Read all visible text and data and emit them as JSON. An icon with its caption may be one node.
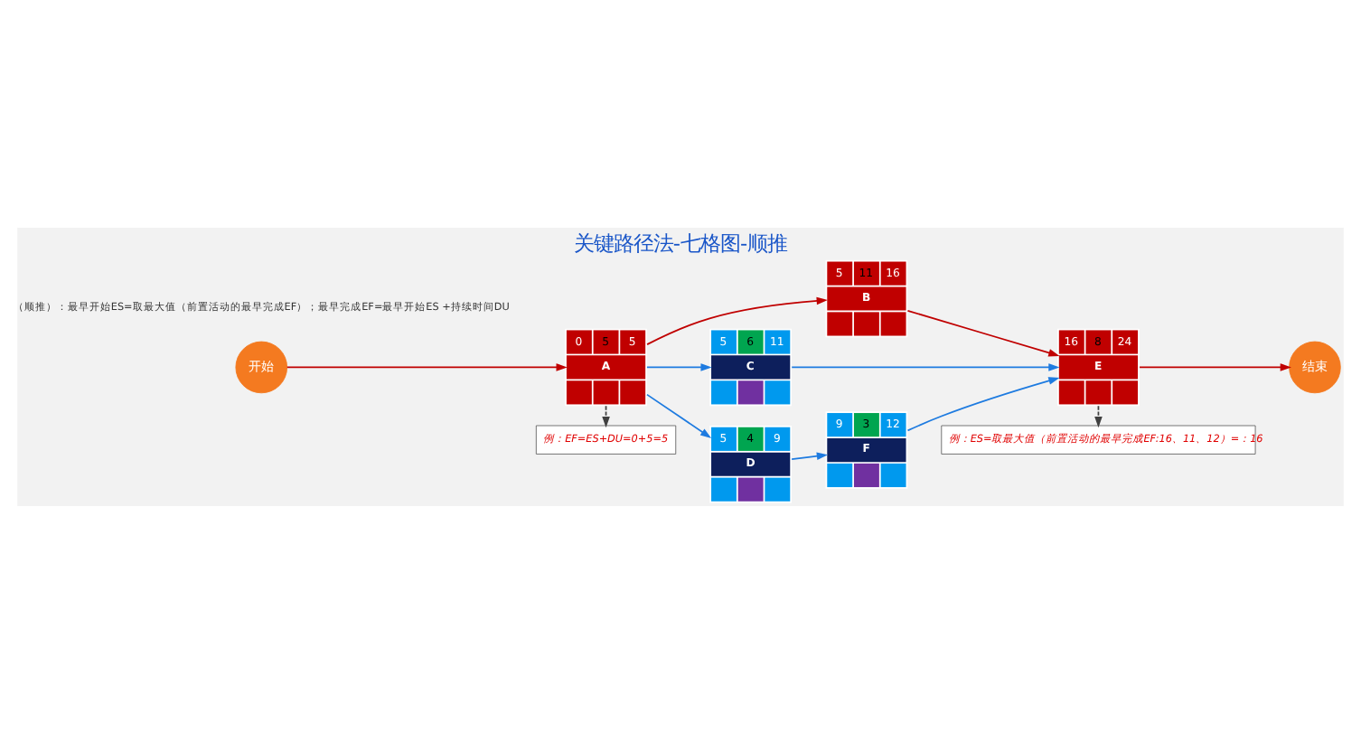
{
  "diagram": {
    "title": "关键路径法-七格图-顺推",
    "nodes": [
      {
        "text": [
          "开始"
        ]
      },
      {
        "text": [
          "例：EF=ES+DU=0+5=5"
        ]
      },
      {
        "text": [
          "0",
          "5",
          "5",
          "A"
        ]
      },
      {
        "text": [
          "5",
          "11",
          "16",
          "B"
        ]
      },
      {
        "text": [
          "5",
          "6",
          "11",
          "C"
        ]
      },
      {
        "text": [
          "5",
          "4",
          "9",
          "D"
        ]
      },
      {
        "text": [
          "例：ES=取最大值（前置活动的最早完成EF:16、11、12）=：16"
        ]
      },
      {
        "text": [
          "16",
          "8",
          "24",
          "E"
        ]
      },
      {
        "text": [
          "9",
          "3",
          "12",
          "F"
        ]
      },
      {
        "text": [
          "结束"
        ]
      }
    ],
    "edges": [
      {
        "from": 0,
        "to": 2,
        "arrow": "to",
        "color": "#c00000"
      },
      {
        "from": 2,
        "to": 1,
        "arrow": "to",
        "style": "dashed",
        "color": "#404040"
      },
      {
        "from": 2,
        "to": 3,
        "arrow": "to",
        "color": "#c00000"
      },
      {
        "from": 2,
        "to": 4,
        "arrow": "to"
      },
      {
        "from": 2,
        "to": 5,
        "arrow": "to"
      },
      {
        "from": 3,
        "to": 7,
        "arrow": "to",
        "color": "#c00000"
      },
      {
        "from": 4,
        "to": 7,
        "arrow": "to"
      },
      {
        "from": 5,
        "to": 8,
        "arrow": "to"
      },
      {
        "from": 8,
        "to": 7,
        "arrow": "to"
      },
      {
        "from": 7,
        "to": 6,
        "arrow": "to",
        "style": "dashed",
        "color": "#404040"
      },
      {
        "from": 7,
        "to": 9,
        "arrow": "to",
        "color": "#c00000"
      }
    ],
    "labels": [
      "（顺推）：最早开始ES=取最大值（前置活动的最早完成EF）；最早完成EF=最早开始ES +持续时间DU"
    ]
  }
}
